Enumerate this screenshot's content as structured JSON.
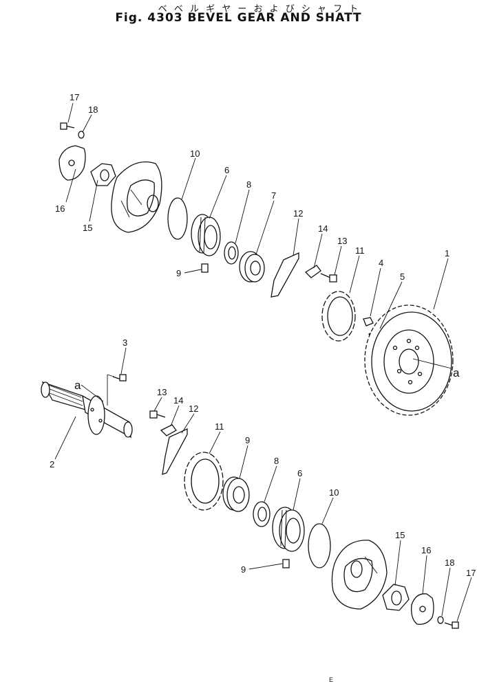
{
  "title_jp": "ベ ベ ル ギ ヤ ー お よ び シ ャ フ ト",
  "title_en": "Fig. 4303 BEVEL GEAR AND SHATT",
  "callouts": [
    {
      "id": "17a",
      "text": "17"
    },
    {
      "id": "18a",
      "text": "18"
    },
    {
      "id": "16a",
      "text": "16"
    },
    {
      "id": "15a",
      "text": "15"
    },
    {
      "id": "10a",
      "text": "10"
    },
    {
      "id": "6a",
      "text": "6"
    },
    {
      "id": "8a",
      "text": "8"
    },
    {
      "id": "7a",
      "text": "7"
    },
    {
      "id": "9a",
      "text": "9"
    },
    {
      "id": "12a",
      "text": "12"
    },
    {
      "id": "14a",
      "text": "14"
    },
    {
      "id": "13a",
      "text": "13"
    },
    {
      "id": "11a",
      "text": "11"
    },
    {
      "id": "4a",
      "text": "4"
    },
    {
      "id": "5a",
      "text": "5"
    },
    {
      "id": "1a",
      "text": "1"
    },
    {
      "id": "aR",
      "text": "a"
    },
    {
      "id": "3a",
      "text": "3"
    },
    {
      "id": "aL",
      "text": "a"
    },
    {
      "id": "2a",
      "text": "2"
    },
    {
      "id": "13b",
      "text": "13"
    },
    {
      "id": "14b",
      "text": "14"
    },
    {
      "id": "12b",
      "text": "12"
    },
    {
      "id": "11b",
      "text": "11"
    },
    {
      "id": "9b",
      "text": "9"
    },
    {
      "id": "8b",
      "text": "8"
    },
    {
      "id": "6b",
      "text": "6"
    },
    {
      "id": "10b",
      "text": "10"
    },
    {
      "id": "15b",
      "text": "15"
    },
    {
      "id": "16b",
      "text": "16"
    },
    {
      "id": "18b",
      "text": "18"
    },
    {
      "id": "17b",
      "text": "17"
    },
    {
      "id": "9c",
      "text": "9"
    }
  ]
}
